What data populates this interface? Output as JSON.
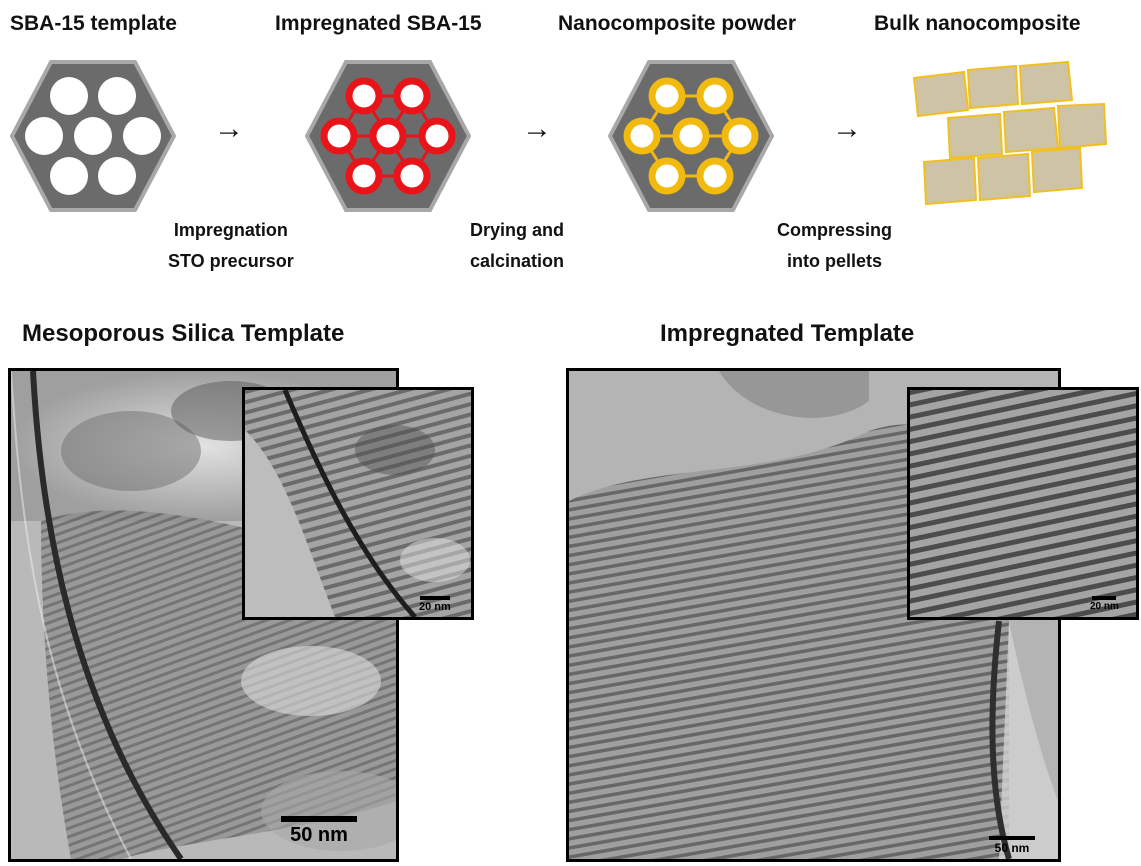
{
  "stages": [
    {
      "title": "SBA-15 template"
    },
    {
      "title": "Impregnated SBA-15"
    },
    {
      "title": "Nanocomposite powder"
    },
    {
      "title": "Bulk nanocomposite"
    }
  ],
  "steps": [
    {
      "line1": "Impregnation",
      "line2": "STO precursor"
    },
    {
      "line1": "Drying and",
      "line2": "calcination"
    },
    {
      "line1": "Compressing",
      "line2": "into pellets"
    }
  ],
  "arrow_glyph": "→",
  "panels": {
    "left": {
      "title": "Mesoporous Silica Template",
      "scale_main": "50 nm",
      "scale_inset": "20 nm"
    },
    "right": {
      "title": "Impregnated Template",
      "scale_main": "50 nm",
      "scale_inset": "20 nm"
    }
  },
  "colors": {
    "silica": "#6b6b6b",
    "silica_edge": "#9a9a9a",
    "precursor": "#e8141a",
    "nanocomposite": "#f2b90f",
    "bulk_fill": "#cfc3a6",
    "bulk_edge": "#f0c020"
  }
}
